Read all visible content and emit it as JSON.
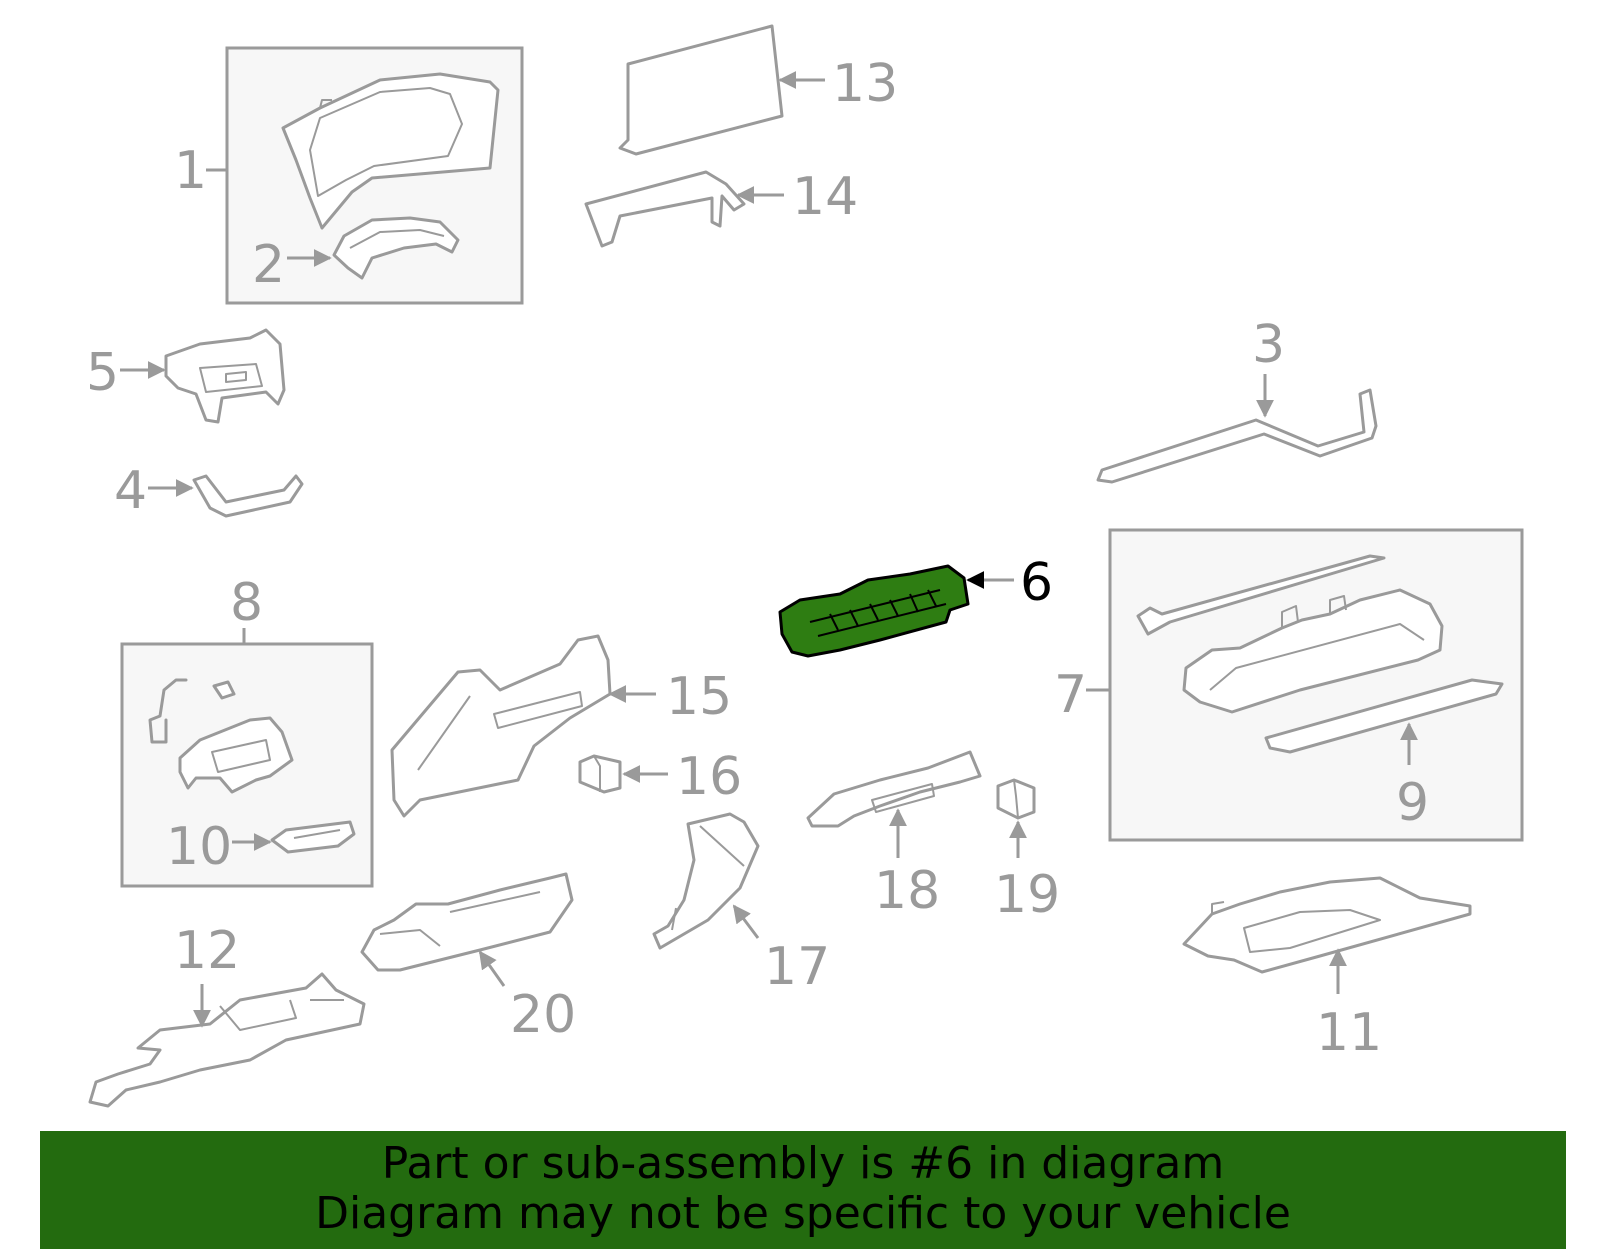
{
  "diagram": {
    "highlighted_part": "6",
    "highlight_color": "#2e7d12",
    "line_color": "#9a9a9a",
    "callouts": [
      "1",
      "2",
      "3",
      "4",
      "5",
      "6",
      "7",
      "8",
      "9",
      "10",
      "11",
      "12",
      "13",
      "14",
      "15",
      "16",
      "17",
      "18",
      "19",
      "20"
    ]
  },
  "banner": {
    "background": "#236b0f",
    "line1": "Part or sub-assembly is #6 in diagram",
    "line2": "Diagram may not be specific to your vehicle"
  }
}
